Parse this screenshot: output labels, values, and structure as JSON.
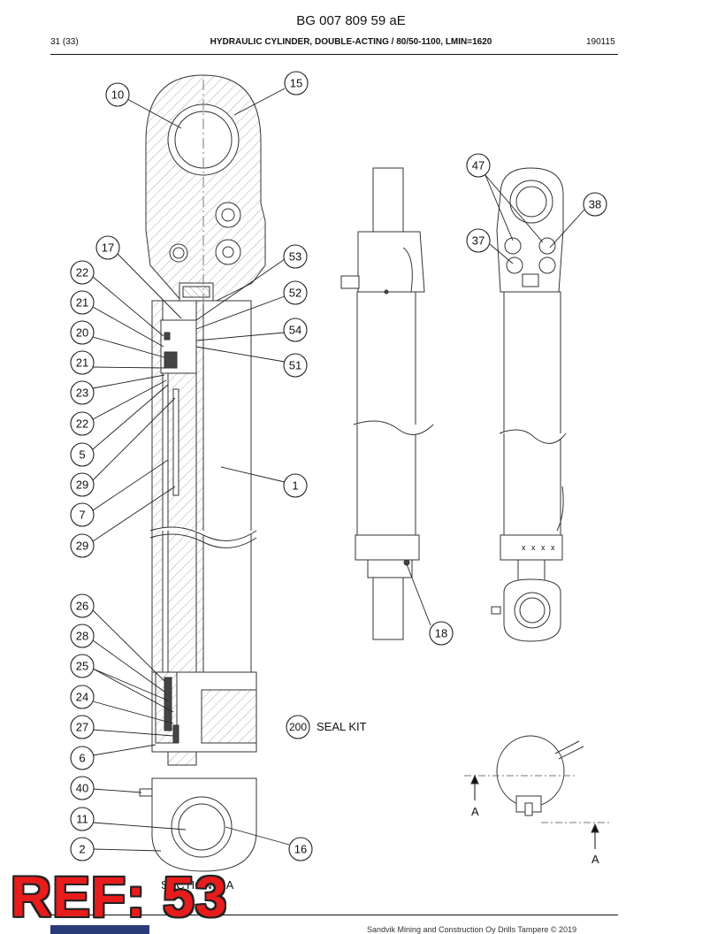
{
  "header": {
    "doc_id": "BG 007 809 59 aE",
    "page": "31 (33)",
    "title": "HYDRAULIC CYLINDER, DOUBLE-ACTING / 80/50-1100, LMIN=1620",
    "date": "190115"
  },
  "drawing": {
    "callouts": [
      "10",
      "15",
      "47",
      "38",
      "37",
      "17",
      "53",
      "22",
      "52",
      "21",
      "54",
      "20",
      "21",
      "51",
      "23",
      "22",
      "5",
      "29",
      "1",
      "7",
      "29",
      "18",
      "26",
      "28",
      "25",
      "24",
      "27",
      "6",
      "40",
      "11",
      "2",
      "16",
      "200"
    ],
    "seal_kit_label": "SEAL KIT",
    "section_label": "SECTION A-A",
    "section_marks": [
      "A",
      "A"
    ],
    "nameplate_marks": "x x x x"
  },
  "stamp": {
    "text": "REF: 53",
    "color": "#e81c1c"
  },
  "footer": {
    "copyright": "Sandvik Mining and Construction Oy Drills Tampere © 2019"
  }
}
